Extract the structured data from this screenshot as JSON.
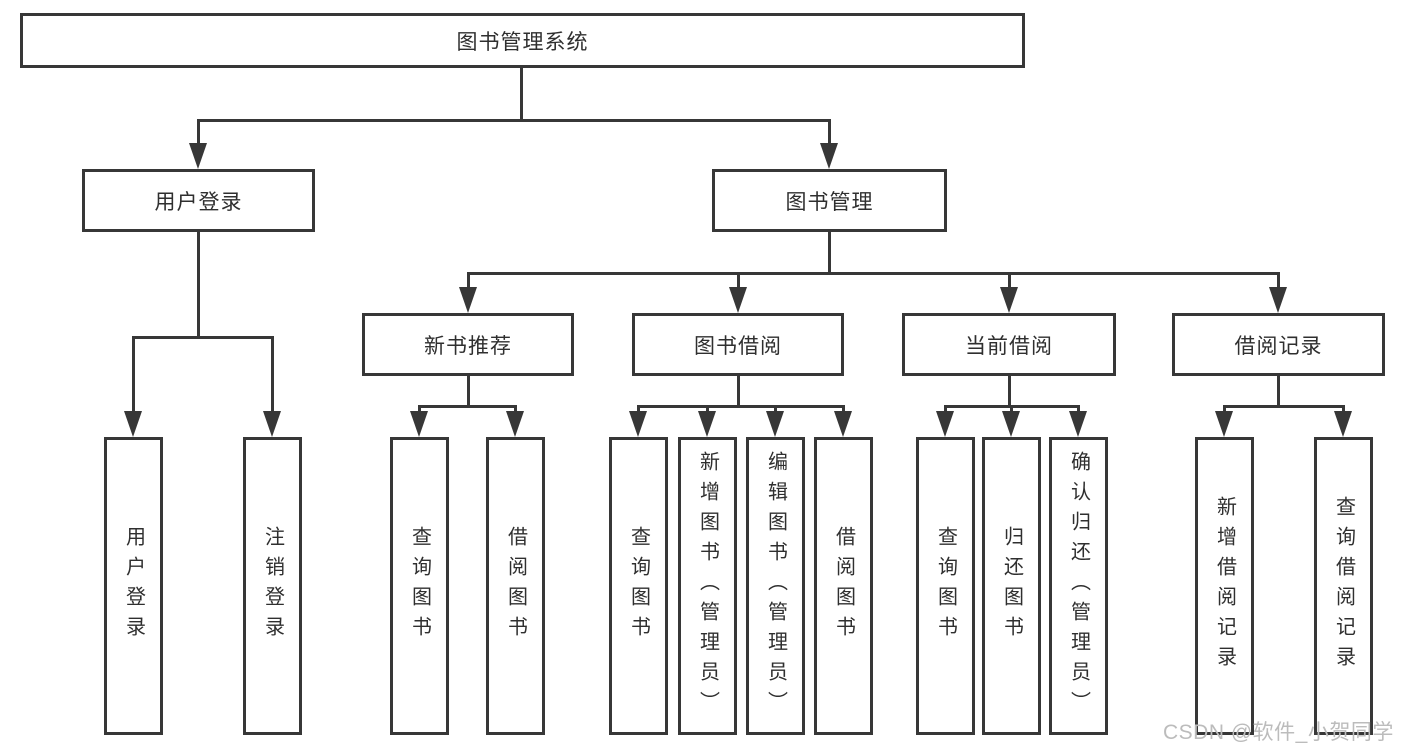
{
  "diagram": {
    "root": {
      "label": "图书管理系统"
    },
    "branches": [
      {
        "label": "用户登录",
        "children": [
          {
            "label": "用户登录"
          },
          {
            "label": "注销登录"
          }
        ]
      },
      {
        "label": "图书管理",
        "children": [
          {
            "label": "新书推荐",
            "children": [
              {
                "label": "查询图书"
              },
              {
                "label": "借阅图书"
              }
            ]
          },
          {
            "label": "图书借阅",
            "children": [
              {
                "label": "查询图书"
              },
              {
                "label": "新增图书（管理员）"
              },
              {
                "label": "编辑图书（管理员）"
              },
              {
                "label": "借阅图书"
              }
            ]
          },
          {
            "label": "当前借阅",
            "children": [
              {
                "label": "查询图书"
              },
              {
                "label": "归还图书"
              },
              {
                "label": "确认归还（管理员）"
              }
            ]
          },
          {
            "label": "借阅记录",
            "children": [
              {
                "label": "新增借阅记录"
              },
              {
                "label": "查询借阅记录"
              }
            ]
          }
        ]
      }
    ],
    "watermark": "CSDN @软件_小贺同学",
    "colors": {
      "line": "#373737",
      "text": "#2f2f2f",
      "watermark": "#bcbcbc",
      "background": "#ffffff"
    }
  }
}
